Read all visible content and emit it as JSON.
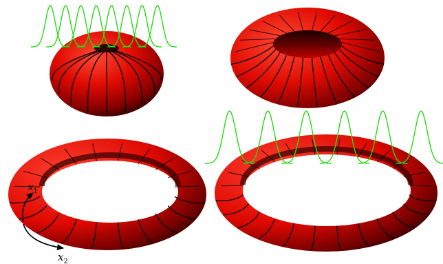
{
  "figure": {
    "tori": [
      {
        "id": "torus-top-left",
        "kind": "fat",
        "seam_count": 9,
        "wave_peaks": 8
      },
      {
        "id": "torus-top-right",
        "kind": "medium",
        "seam_count": 12,
        "wave_peaks": 0
      },
      {
        "id": "torus-bottom-left",
        "kind": "thin",
        "seam_count": 10,
        "wave_peaks": 0
      },
      {
        "id": "torus-bottom-right",
        "kind": "thin",
        "seam_count": 12,
        "wave_peaks": 6
      }
    ],
    "axes": {
      "x1_base": "x",
      "x1_sub": "1",
      "x2_base": "x",
      "x2_sub": "2"
    },
    "colors": {
      "torus_light": "#ff3020",
      "torus_mid": "#d00000",
      "torus_dark": "#200000",
      "seam": "#000000",
      "wave": "#22dd11",
      "background": "#ffffff"
    }
  }
}
